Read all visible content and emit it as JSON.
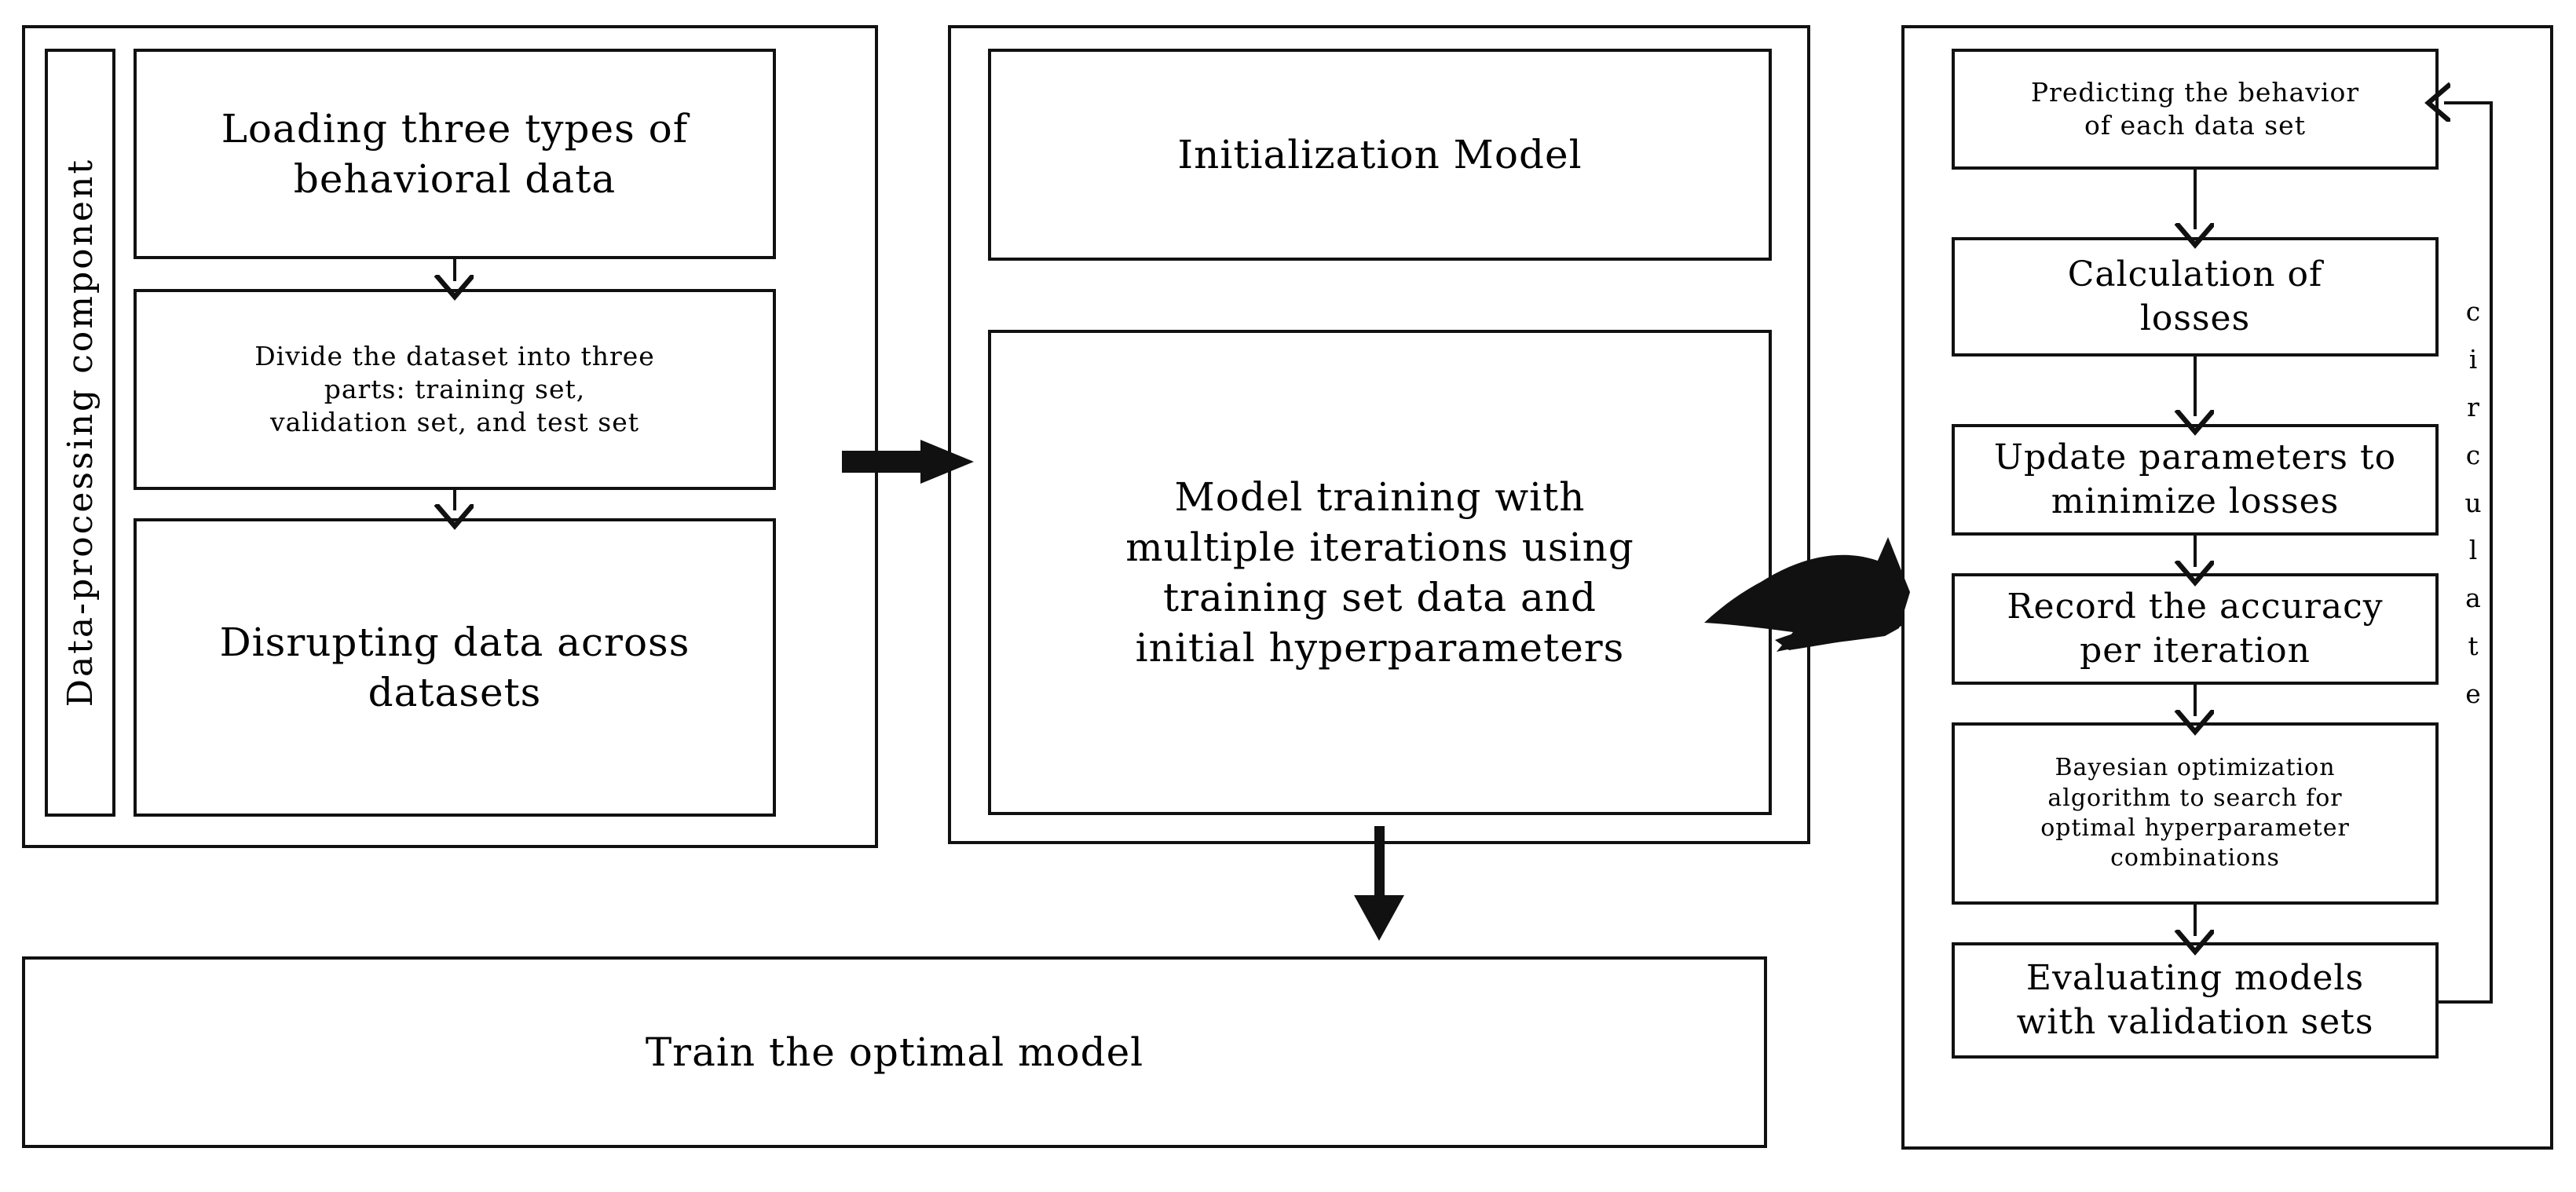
{
  "diagram": {
    "title": "Model training workflow flowchart",
    "stroke_color": "#111111",
    "background_color": "#ffffff"
  },
  "left_panel": {
    "side_label": "Data-processing component",
    "nodes": [
      {
        "id": "loading",
        "label": "Loading three types of\nbehavioral data"
      },
      {
        "id": "divide",
        "label": "Divide the dataset into three\nparts: training set,\nvalidation set, and test set"
      },
      {
        "id": "disrupt",
        "label": "Disrupting data across\ndatasets"
      }
    ]
  },
  "middle_panel": {
    "nodes": [
      {
        "id": "init",
        "label": "Initialization Model"
      },
      {
        "id": "train",
        "label": "Model training with\nmultiple iterations using\ntraining set data and\ninitial hyperparameters"
      }
    ]
  },
  "right_panel": {
    "loop_label": "circulate",
    "loop_label_letters": [
      "c",
      "i",
      "r",
      "c",
      "u",
      "l",
      "a",
      "t",
      "e"
    ],
    "nodes": [
      {
        "id": "predict",
        "label": "Predicting the behavior\nof each data set"
      },
      {
        "id": "loss",
        "label": "Calculation of\nlosses"
      },
      {
        "id": "update",
        "label": "Update parameters to\nminimize losses"
      },
      {
        "id": "record",
        "label": "Record the accuracy\nper iteration"
      },
      {
        "id": "bayes",
        "label": "Bayesian optimization\nalgorithm to search for\noptimal hyperparameter\ncombinations"
      },
      {
        "id": "evaluate",
        "label": "Evaluating models\nwith validation sets"
      }
    ]
  },
  "bottom_panel": {
    "label": "Train the optimal model"
  },
  "connectors": [
    {
      "id": "loading-to-divide",
      "type": "arrow-down"
    },
    {
      "id": "divide-to-disrupt",
      "type": "arrow-down"
    },
    {
      "id": "left-to-middle",
      "type": "arrow-right-thick"
    },
    {
      "id": "middle-to-right",
      "type": "arrow-curved-right-thick"
    },
    {
      "id": "middle-to-bottom",
      "type": "arrow-down-thick"
    },
    {
      "id": "predict-to-loss",
      "type": "arrow-down"
    },
    {
      "id": "loss-to-update",
      "type": "arrow-down"
    },
    {
      "id": "update-to-record",
      "type": "arrow-down"
    },
    {
      "id": "record-to-bayes",
      "type": "arrow-down"
    },
    {
      "id": "bayes-to-evaluate",
      "type": "arrow-down"
    },
    {
      "id": "evaluate-to-predict",
      "type": "feedback-loop"
    }
  ]
}
